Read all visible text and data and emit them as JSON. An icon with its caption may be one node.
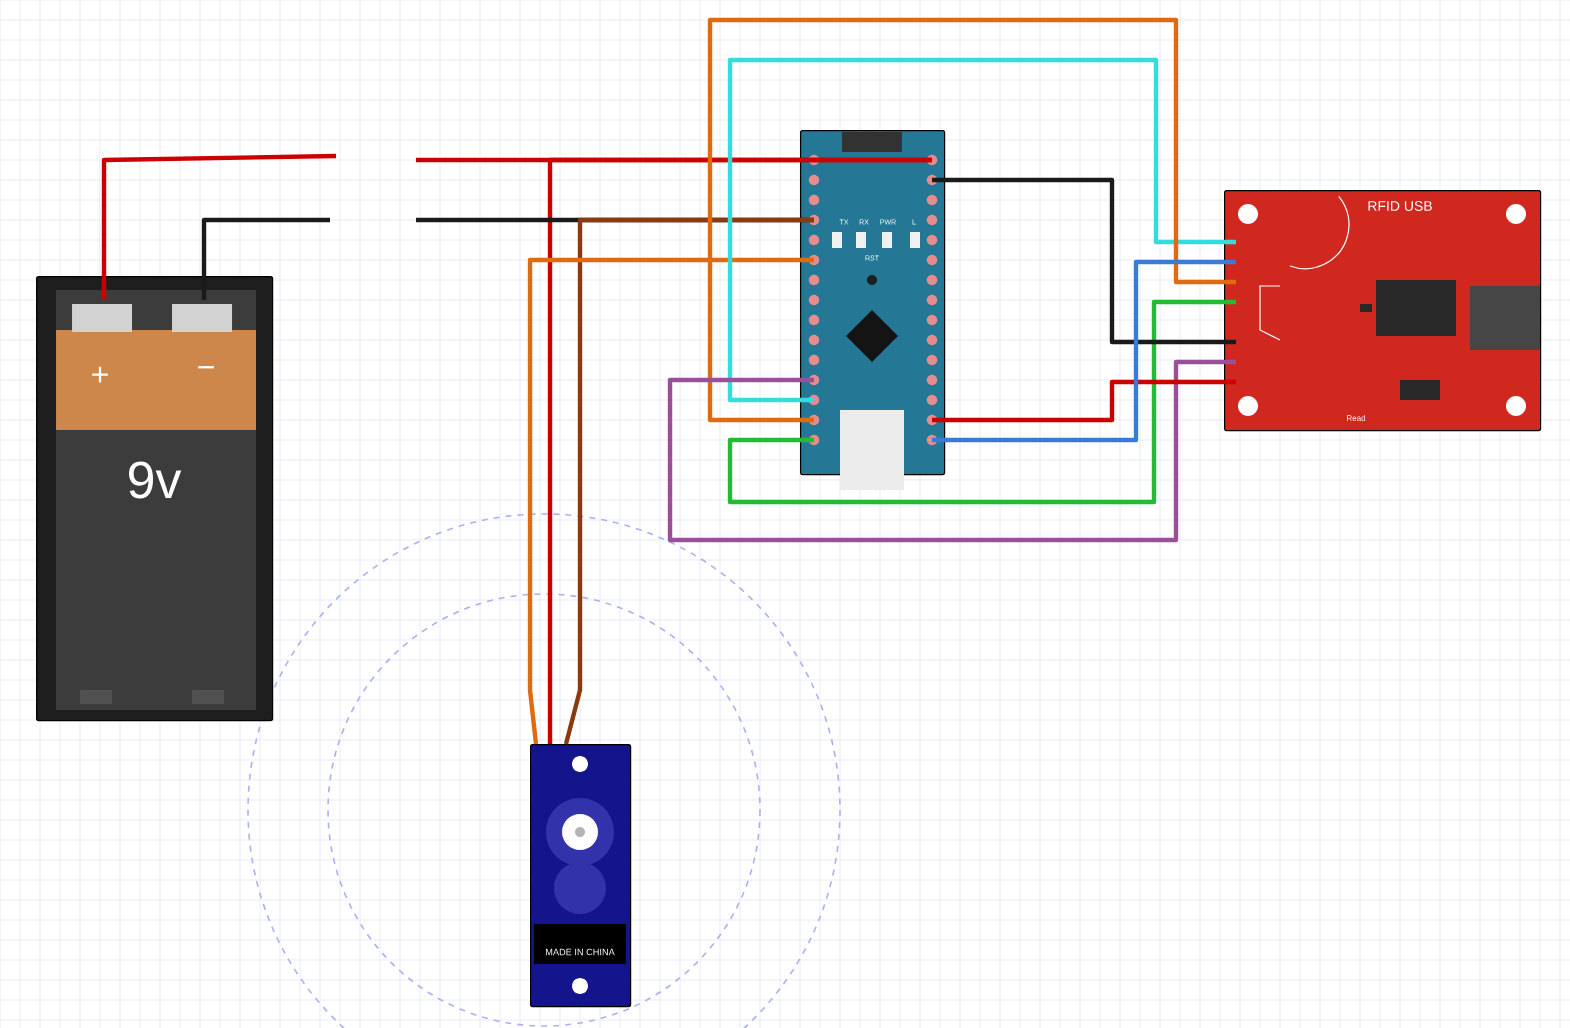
{
  "diagram": {
    "nodes": [
      {
        "text": [
          "+",
          "−",
          "9v"
        ]
      },
      {
        "text": [],
        "shape": "picture"
      },
      {
        "text": [
          "RFID USB",
          "Read"
        ]
      },
      {
        "text": [
          "MADE IN CHINA"
        ]
      }
    ],
    "edges": [
      {
        "from": 0,
        "to": null,
        "arrow": "none",
        "color": "#cc0000"
      },
      {
        "from": 0,
        "to": null,
        "arrow": "none",
        "color": "#1a1a1a"
      },
      {
        "from": null,
        "to": 1,
        "arrow": "none",
        "color": "#cc0000"
      },
      {
        "from": 1,
        "to": 3,
        "arrow": "none",
        "color": "#cc0000"
      },
      {
        "from": null,
        "to": 1,
        "arrow": "none",
        "color": "#1a1a1a"
      },
      {
        "from": 1,
        "to": 3,
        "arrow": "none",
        "color": "#8b3a0e"
      },
      {
        "from": 1,
        "to": 3,
        "arrow": "none",
        "color": "#e06a10"
      },
      {
        "from": 1,
        "to": 2,
        "arrow": "none",
        "color": "#33dddd"
      },
      {
        "from": 1,
        "to": 2,
        "arrow": "none",
        "color": "#e06a10"
      },
      {
        "from": 1,
        "to": 2,
        "arrow": "none",
        "color": "#22bb33"
      },
      {
        "from": 1,
        "to": 2,
        "arrow": "none",
        "color": "#9a4f9a"
      },
      {
        "from": 1,
        "to": 2,
        "arrow": "none",
        "color": "#1a1a1a"
      },
      {
        "from": 1,
        "to": 2,
        "arrow": "none",
        "color": "#cc0000"
      },
      {
        "from": 1,
        "to": 2,
        "arrow": "none",
        "color": "#3a7bd5"
      }
    ],
    "labels": [
      "TX",
      "RX",
      "PWR",
      "L",
      "RST"
    ]
  }
}
